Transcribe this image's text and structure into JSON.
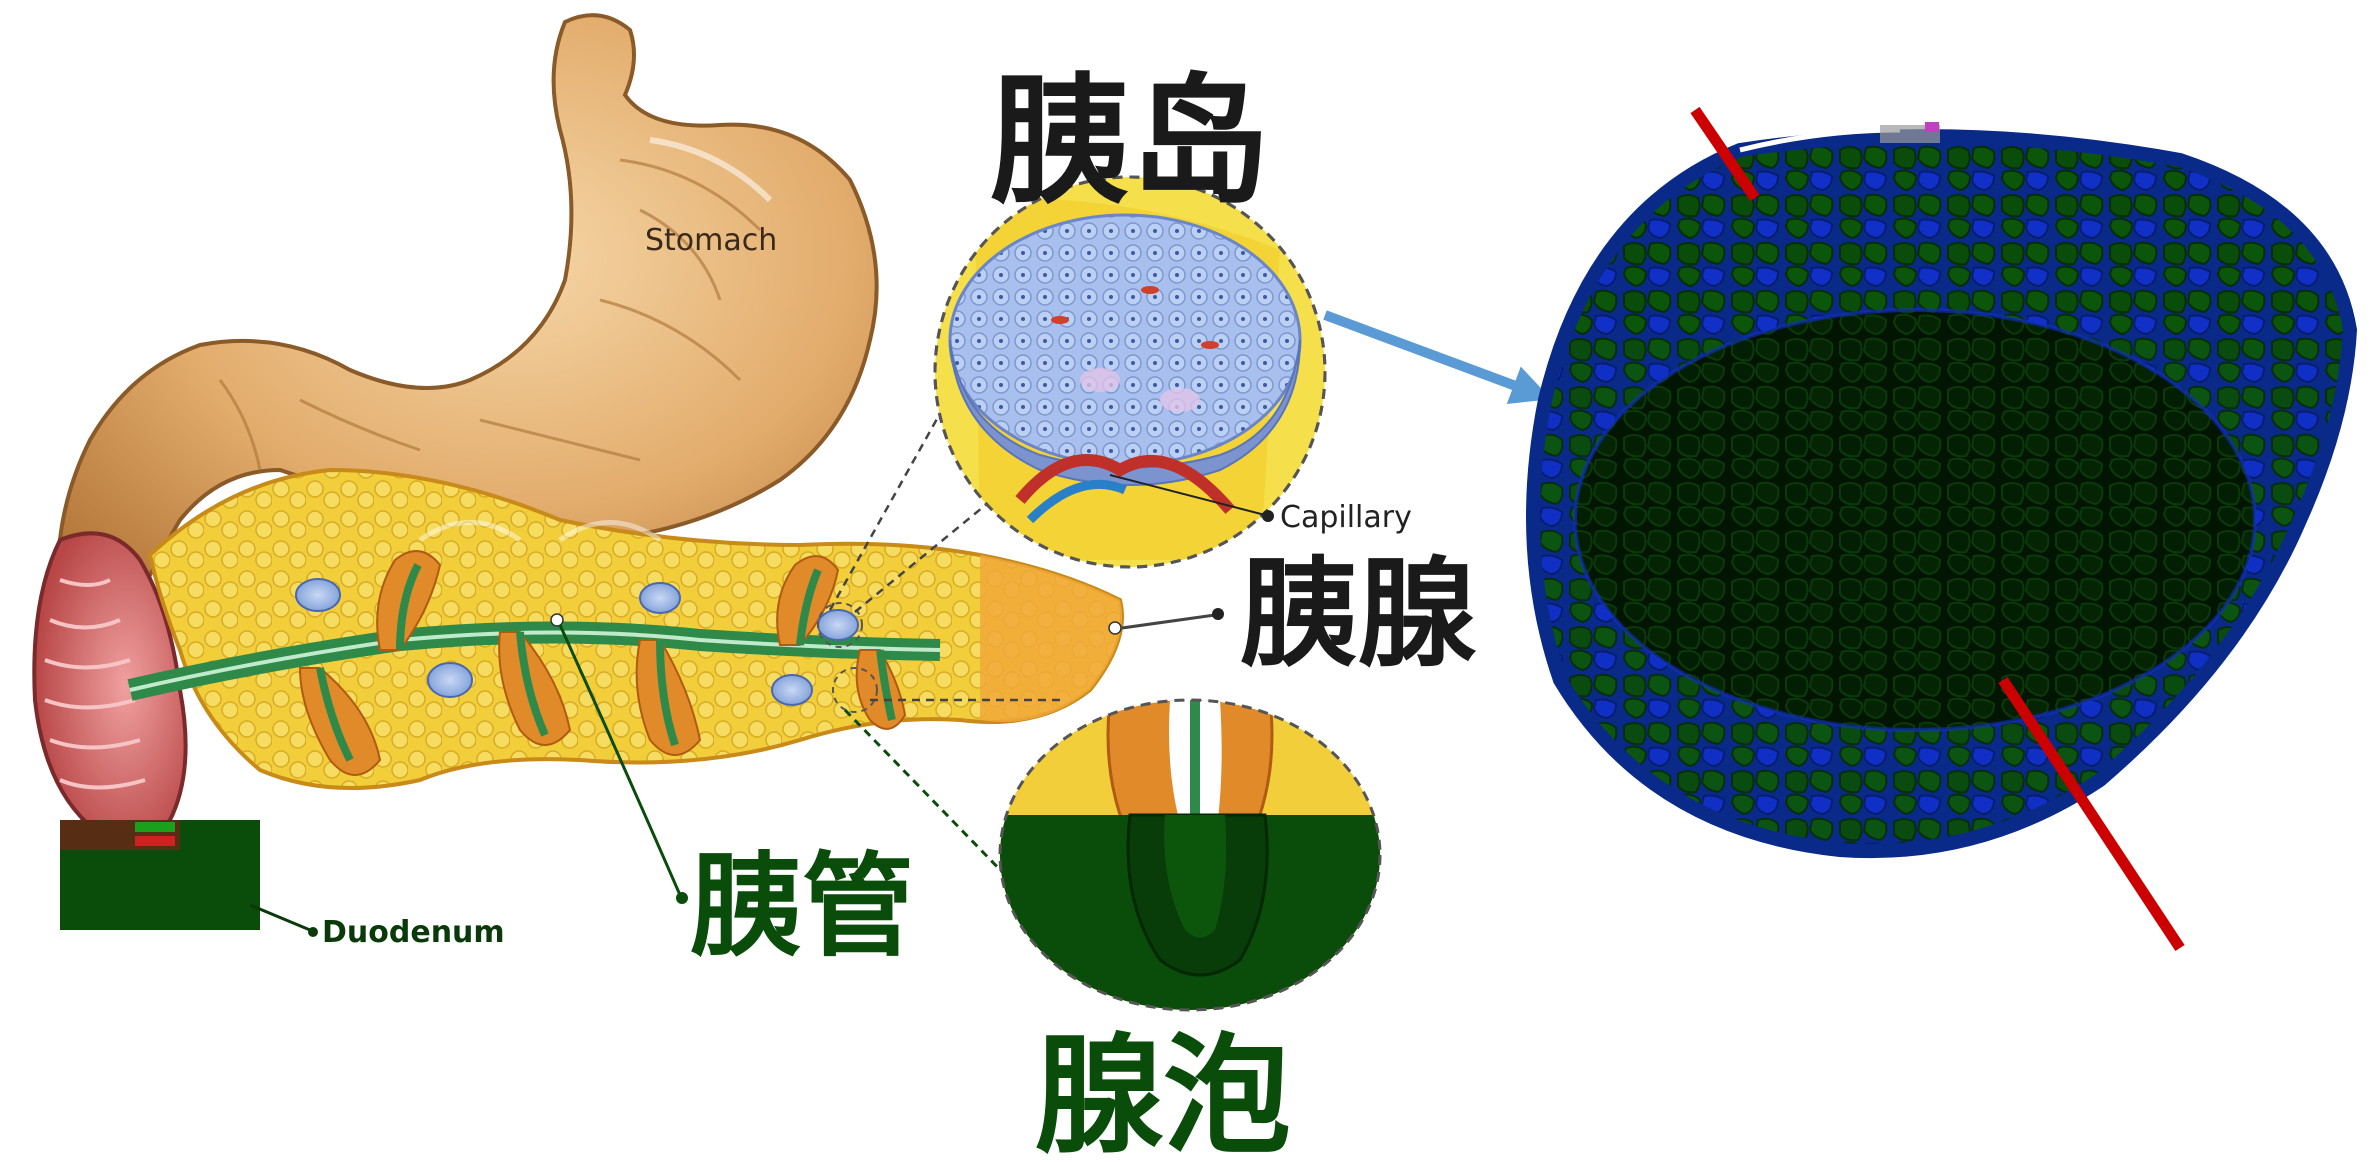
{
  "labels": {
    "stomach": "Stomach",
    "capillary": "Capillary",
    "duodenum": "Duodenum",
    "islet": "胰岛",
    "pancreas": "胰腺",
    "pancreatic_duct": "胰管",
    "acinus": "腺泡"
  },
  "colors": {
    "stomach": "#e2ac6c",
    "pancreas": "#f2cf3a",
    "duct": "#2f8a4a",
    "islet_bg": "#f5df4a",
    "islet_cells": "#9fb8e8",
    "arrow": "#5b9bd5",
    "cross_section_outer": "#0a2a8a",
    "cross_section_cells_green": "#0a4d0a",
    "cross_section_cells_blue": "#1030c8",
    "cross_section_core": "#031f03",
    "red_line": "#cc0000"
  }
}
